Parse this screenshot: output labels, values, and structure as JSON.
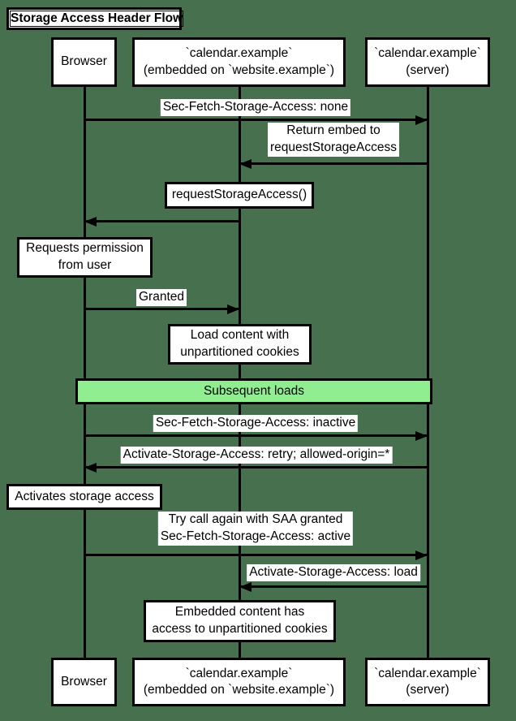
{
  "title": "Storage Access Header Flow",
  "background_color": "#47704F",
  "divider": {
    "label": "Subsequent loads",
    "fill": "#90EE90"
  },
  "actors": {
    "browser": {
      "lines": [
        "Browser"
      ]
    },
    "embed": {
      "lines": [
        "`calendar.example`",
        "(embedded on `website.example`)"
      ]
    },
    "server": {
      "lines": [
        "`calendar.example`",
        "(server)"
      ]
    }
  },
  "messages": {
    "m1": {
      "from": "browser",
      "to": "server",
      "lines": [
        "Sec-Fetch-Storage-Access: none"
      ]
    },
    "m2": {
      "from": "server",
      "to": "embed",
      "lines": [
        "Return embed to",
        "requestStorageAccess"
      ]
    },
    "m3": {
      "from": "embed",
      "to": "browser",
      "lines": []
    },
    "m4": {
      "from": "browser",
      "to": "embed",
      "lines": [
        "Granted"
      ]
    },
    "m5": {
      "from": "browser",
      "to": "server",
      "lines": [
        "Sec-Fetch-Storage-Access: inactive"
      ]
    },
    "m6": {
      "from": "server",
      "to": "browser",
      "lines": [
        "Activate-Storage-Access: retry; allowed-origin=*"
      ]
    },
    "m7": {
      "from": "browser",
      "to": "server",
      "lines": [
        "Try call again with SAA granted",
        "Sec-Fetch-Storage-Access: active"
      ]
    },
    "m8": {
      "from": "server",
      "to": "embed",
      "lines": [
        "Activate-Storage-Access: load"
      ]
    }
  },
  "notes": {
    "n1": {
      "over": "embed",
      "lines": [
        "requestStorageAccess()"
      ]
    },
    "n2": {
      "over": "browser",
      "lines": [
        "Requests permission",
        "from user"
      ]
    },
    "n3": {
      "over": "embed",
      "lines": [
        "Load content with",
        "unpartitioned cookies"
      ]
    },
    "n4": {
      "over": "browser",
      "lines": [
        "Activates storage access"
      ]
    },
    "n5": {
      "over": "embed",
      "lines": [
        "Embedded content has",
        "access to unpartitioned cookies"
      ]
    }
  }
}
